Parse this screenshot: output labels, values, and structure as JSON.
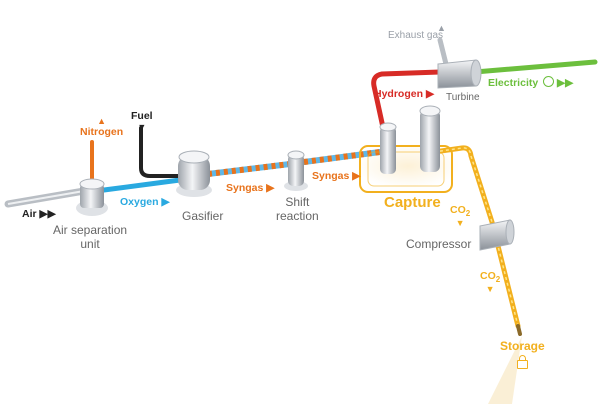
{
  "colors": {
    "air": "#222222",
    "nitrogen": "#e8731c",
    "oxygen": "#29a9e0",
    "fuel": "#222222",
    "syngas": "#e8731c",
    "hydrogen": "#d72b26",
    "electricity": "#6cbf3d",
    "co2": "#f2b01e",
    "exhaust": "#9aa0a8",
    "unit_text": "#666666"
  },
  "streams": {
    "air": "Air",
    "nitrogen": "Nitrogen",
    "oxygen": "Oxygen",
    "fuel": "Fuel",
    "syngas_1": "Syngas",
    "syngas_2": "Syngas",
    "hydrogen": "Hydrogen",
    "exhaust_gas": "Exhaust gas",
    "electricity": "Electricity",
    "co2_1": "CO",
    "co2_1_sub": "2",
    "co2_2": "CO",
    "co2_2_sub": "2"
  },
  "units": {
    "air_separation": "Air separation\nunit",
    "gasifier": "Gasifier",
    "shift_reaction": "Shift\nreaction",
    "capture": "Capture",
    "turbine": "Turbine",
    "compressor": "Compressor",
    "storage": "Storage"
  },
  "icons": {
    "storage": "lock-icon",
    "electricity": "power-icon"
  }
}
